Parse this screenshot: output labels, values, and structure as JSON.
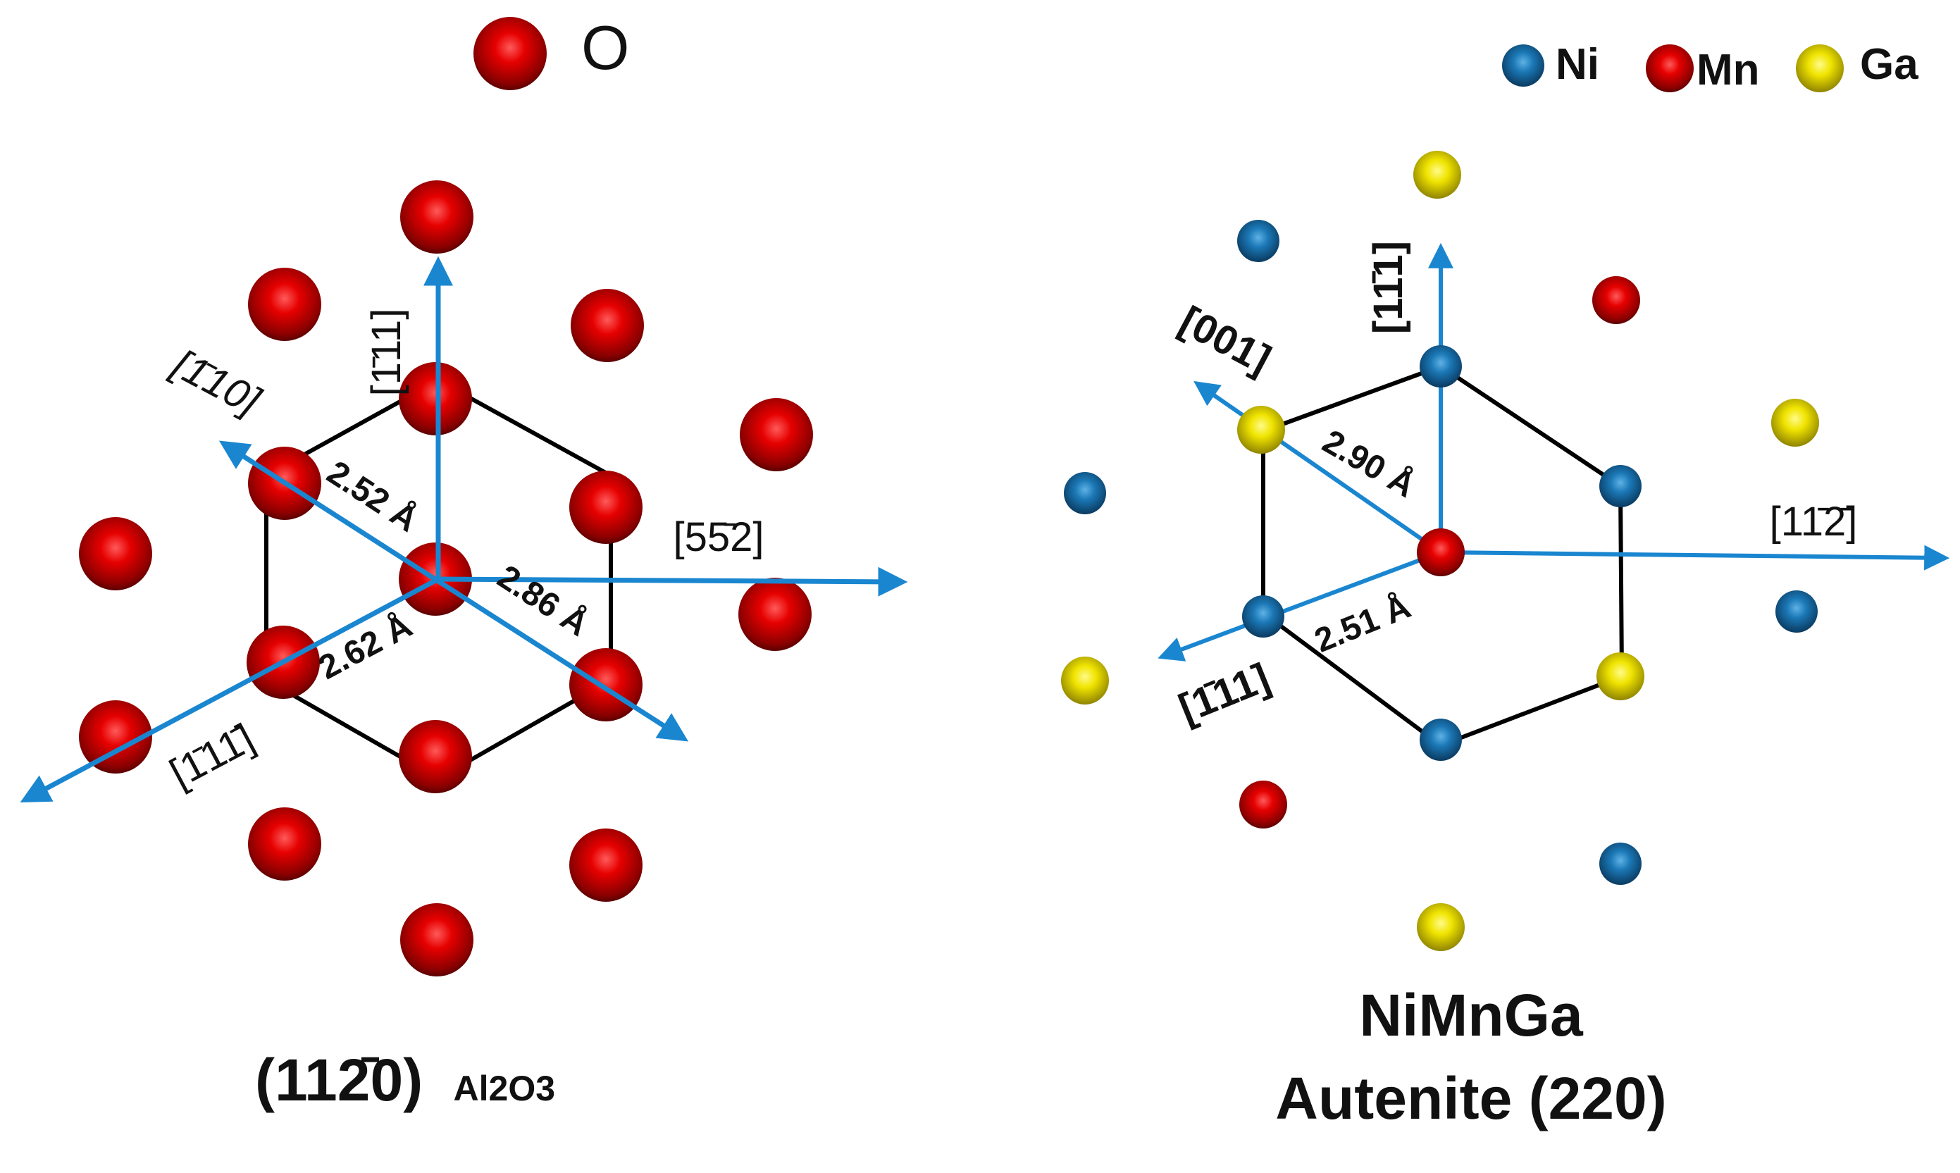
{
  "colors": {
    "oxygen": "#e00000",
    "ni": "#1672b0",
    "mn": "#e00000",
    "ga": "#e6d800",
    "arrow": "#1a86d0",
    "hexagon": "#000000",
    "text": "#111111"
  },
  "left_panel": {
    "legend": {
      "label": "O",
      "icon": "red-sphere-icon"
    },
    "directions": {
      "d1": "[1̄11]",
      "d2": "[1̄10]",
      "d3": "[55̄2]",
      "d4": "[1̄11̄]"
    },
    "distances": {
      "a": "2.52 Å",
      "b": "2.86 Å",
      "c": "2.62 Å"
    },
    "caption": {
      "plane": "(112̄0)",
      "sub": "Al2O3"
    }
  },
  "right_panel": {
    "legend": [
      {
        "label": "Ni",
        "icon": "blue-sphere-icon"
      },
      {
        "label": "Mn",
        "icon": "red-sphere-icon"
      },
      {
        "label": "Ga",
        "icon": "yellow-sphere-icon"
      }
    ],
    "directions": {
      "d1": "[11̄1]",
      "d2": "[001]",
      "d3": "[11̄2̄]",
      "d4": "[1̄11]"
    },
    "distances": {
      "a": "2.90 Å",
      "b": "2.51 Å"
    },
    "caption": {
      "line1": "NiMnGa",
      "line2": "Autenite (220)"
    }
  }
}
